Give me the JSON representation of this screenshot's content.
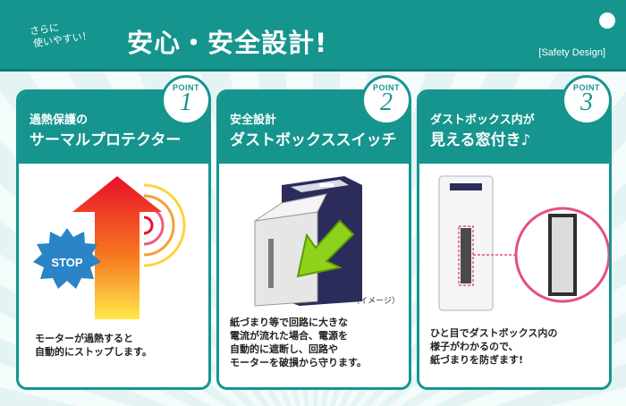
{
  "header": {
    "tagline_line1": "さらに",
    "tagline_line2": "使いやすい！",
    "headline": "安心・安全設計!",
    "subtitle": "[Safety Design]"
  },
  "cards": [
    {
      "badge_word": "POINT",
      "badge_num": "1",
      "title_small": "過熱保護の",
      "title_big": "サーマルプロテクター",
      "stop_label": "STOP",
      "desc": "モーターが過熱すると\n自動的にストップします。"
    },
    {
      "badge_word": "POINT",
      "badge_num": "2",
      "title_small": "安全設計",
      "title_big": "ダストボックススイッチ",
      "caption": "（イメージ）",
      "desc": "紙づまり等で回路に大きな\n電流が流れた場合、電源を\n自動的に遮断し、回路や\nモーターを破損から守ります。"
    },
    {
      "badge_word": "POINT",
      "badge_num": "3",
      "title_small": "ダストボックス内が",
      "title_big": "見える窓付き♪",
      "desc": "ひと目でダストボックス内の\n様子がわかるので、\n紙づまりを防ぎます!"
    }
  ],
  "colors": {
    "teal": "#16958f",
    "arrow_red": "#e8102a",
    "arrow_yellow": "#ffe94a",
    "stop_blue": "#2a84c6",
    "green_arrow": "#8fd21c"
  }
}
